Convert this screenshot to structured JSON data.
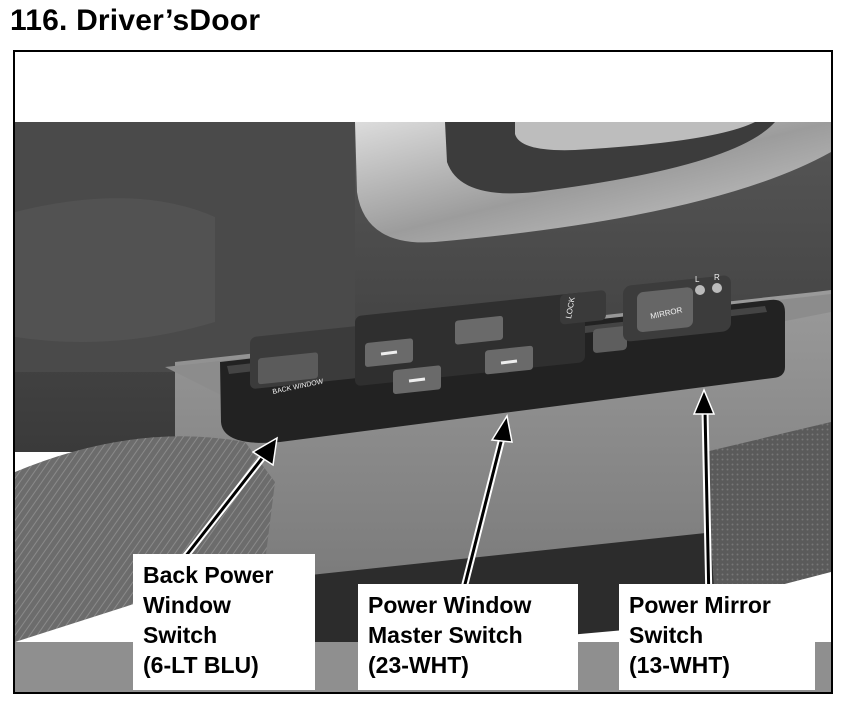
{
  "page": {
    "title": "116. Driver’sDoor"
  },
  "callouts": {
    "back_power_window": {
      "lines": [
        "Back Power",
        "Window",
        "Switch",
        "(6-LT BLU)"
      ]
    },
    "power_window_master": {
      "lines": [
        "Power Window",
        "Master Switch",
        "(23-WHT)"
      ]
    },
    "power_mirror": {
      "lines": [
        "Power Mirror",
        "Switch",
        "(13-WHT)"
      ]
    }
  },
  "switch_labels": {
    "back_window": "BACK WINDOW",
    "lock": "LOCK",
    "mirror": "MIRROR",
    "mirror_l": "L",
    "mirror_r": "R"
  }
}
